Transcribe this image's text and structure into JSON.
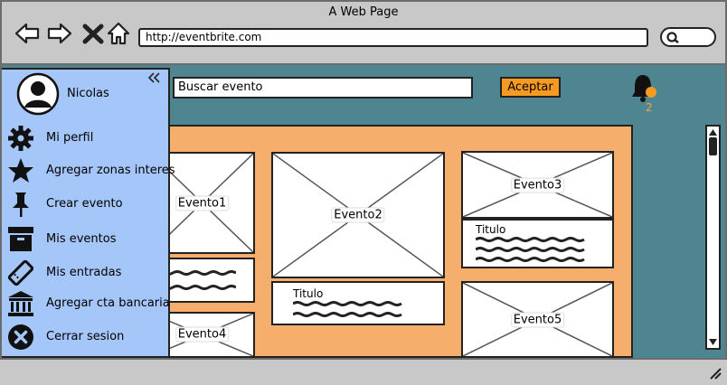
{
  "window": {
    "title": "A Web Page"
  },
  "browser": {
    "url": "http://eventbrite.com"
  },
  "header": {
    "search_placeholder": "Buscar evento",
    "accept_label": "Aceptar",
    "notifications_count": "2"
  },
  "events": [
    {
      "label": "Evento1"
    },
    {
      "label": "Evento2",
      "title": "Titulo"
    },
    {
      "label": "Evento3",
      "title": "Titulo"
    },
    {
      "label": "Evento4"
    },
    {
      "label": "Evento5"
    }
  ],
  "sidebar": {
    "user_name": "Nicolas",
    "items": [
      {
        "label": "Mi perfil",
        "icon": "gear-icon"
      },
      {
        "label": "Agregar zonas interes",
        "icon": "star-icon"
      },
      {
        "label": "Crear evento",
        "icon": "pin-icon"
      },
      {
        "label": "Mis eventos",
        "icon": "archive-box-icon"
      },
      {
        "label": "Mis entradas",
        "icon": "ticket-icon"
      },
      {
        "label": "Agregar cta bancaria",
        "icon": "bank-icon"
      },
      {
        "label": "Cerrar sesion",
        "icon": "close-circle-icon"
      }
    ]
  },
  "colors": {
    "accent": "#f79a21",
    "teal": "#4e8591",
    "panel": "#f6ae6c",
    "sidebar": "#a5c6f8"
  }
}
